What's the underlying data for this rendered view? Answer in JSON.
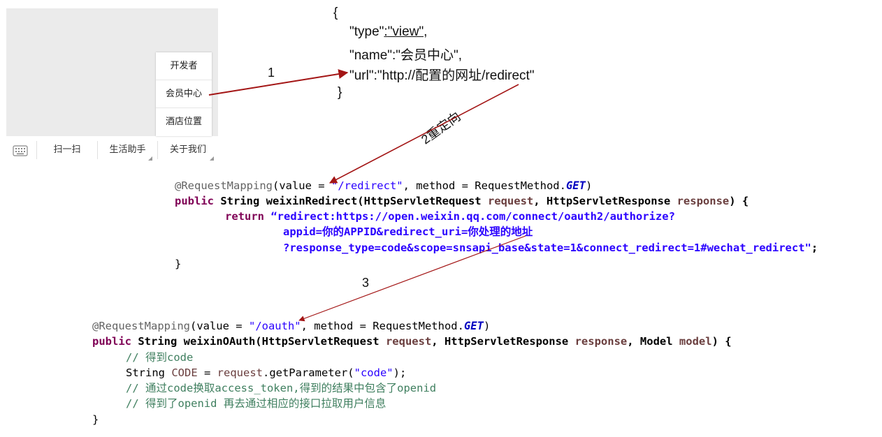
{
  "phone": {
    "popup_items": [
      "开发者",
      "会员中心",
      "酒店位置"
    ],
    "menu_items": [
      "扫一扫",
      "生活助手",
      "关于我们"
    ]
  },
  "json_block": {
    "open_brace": "{",
    "type_key": "\"type\"",
    "colon1": ":",
    "type_value": "\"view\",",
    "name_line": "\"name\":\"会员中心\",",
    "url_line": "\"url\":\"http://配置的网址/redirect\"",
    "close_brace": "}"
  },
  "labels": {
    "step1": "1",
    "step2": "2重定向",
    "step3": "3"
  },
  "code1": {
    "l1_ann": "@RequestMapping",
    "l1_a": "(value = ",
    "l1_str": "\"/redirect\"",
    "l1_b": ", method = RequestMethod.",
    "l1_get": "GET",
    "l1_c": ")",
    "l2_kw": "public",
    "l2_a": " String weixinRedirect(HttpServletRequest ",
    "l2_p1": "request",
    "l2_b": ", HttpServletResponse ",
    "l2_p2": "response",
    "l2_c": ") {",
    "l3_kw": "return",
    "l3_str": " “redirect:https://open.weixin.qq.com/connect/oauth2/authorize?",
    "l4_str": "appid=你的APPID&redirect_uri=你处理的地址",
    "l5_str": "?response_type=code&scope=snsapi_base&state=1&connect_redirect=1#wechat_redirect\"",
    "l5_end": ";",
    "l6": "}"
  },
  "code2": {
    "l1_ann": "@RequestMapping",
    "l1_a": "(value = ",
    "l1_str": "\"/oauth\"",
    "l1_b": ", method = RequestMethod.",
    "l1_get": "GET",
    "l1_c": ")",
    "l2_kw": "public",
    "l2_a": " String weixinOAuth(HttpServletRequest ",
    "l2_p1": "request",
    "l2_b": ", HttpServletResponse ",
    "l2_p2": "response",
    "l2_c": ", Model ",
    "l2_p3": "model",
    "l2_d": ") {",
    "l3_cm": "// 得到code",
    "l4_a": "String ",
    "l4_var": "CODE",
    "l4_b": " = ",
    "l4_p": "request",
    "l4_c": ".getParameter(",
    "l4_str": "\"code\"",
    "l4_d": ");",
    "l5_cm": "// 通过code换取access_token,得到的结果中包含了openid",
    "l6_cm": "// 得到了openid 再去通过相应的接口拉取用户信息",
    "l7": "}"
  },
  "colors": {
    "arrow": "#a31515",
    "keyword": "#7f0055",
    "string": "#2a00ff",
    "comment": "#3f7f5f",
    "annotation": "#646464",
    "parameter": "#6a3e3e"
  }
}
